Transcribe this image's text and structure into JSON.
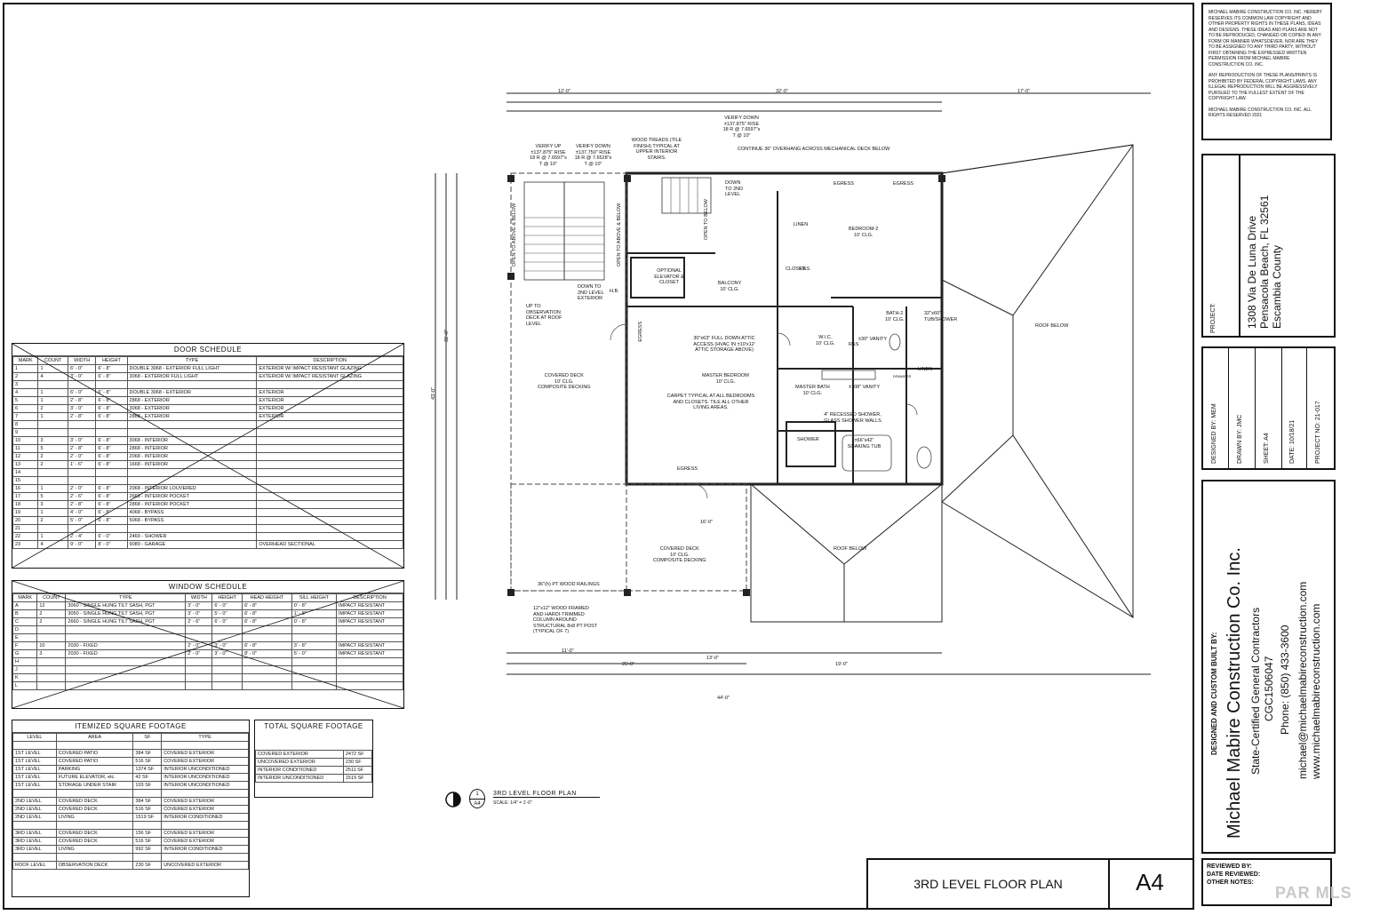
{
  "copyright_notice": "MICHAEL MABIRE CONSTRUCTION CO. INC. HEREBY RESERVES ITS COMMON LAW COPYRIGHT AND OTHER PROPERTY RIGHTS IN THESE PLANS, IDEAS AND DESIGNS. THESE IDEAS AND PLANS ARE NOT TO BE REPRODUCED, CHANGED OR COPIED IN ANY FORM OR MANNER WHATSOEVER, NOR ARE THEY TO BE ASSIGNED TO ANY THIRD PARTY, WITHOUT FIRST OBTAINING THE EXPRESSED WRITTEN PERMISSION FROM MICHAEL MABIRE CONSTRUCTION CO. INC.",
  "copyright_notice_2": "ANY REPRODUCTION OF THESE PLANS/PRINTS IS PROHIBITED BY FEDERAL COPYRIGHT LAWS. ANY ILLEGAL REPRODUCTION WILL BE AGGRESSIVELY PURSUED TO THE FULLEST EXTENT OF THE COPYRIGHT LAW.",
  "copyright_notice_3": "MICHAEL MABIRE CONSTRUCTION CO. INC. ALL RIGHTS RESERVED 2021",
  "project": {
    "label": "PROJECT:",
    "line1": "1308 Via De Luna Drive",
    "line2": "Pensacola Beach, FL 32561",
    "line3": "Escambia County"
  },
  "info": {
    "designed_by": "DESIGNED BY:  MEM",
    "drawn_by": "DRAWN BY:  JMC",
    "sheet": "SHEET:  A4",
    "date": "DATE:  10/18/21",
    "project_no": "PROJECT NO:  21-017"
  },
  "builder": {
    "header": "DESIGNED AND CUSTOM BUILT BY:",
    "name": "Michael Mabire Construction Co. Inc.",
    "tagline": "State-Certified General Contractors",
    "license": "CGC1506047",
    "phone": "Phone:  (850) 433-3600",
    "email": "michael@michaelmabireconstruction.com",
    "web": "www.michaelmabireconstruction.com"
  },
  "review": {
    "reviewed_by": "REVIEWED BY:",
    "date_reviewed": "DATE REVIEWED:",
    "other_notes": "OTHER NOTES:"
  },
  "sheet_title": "3RD LEVEL FLOOR PLAN",
  "sheet_number": "A4",
  "plan_caption": {
    "number": "1",
    "sheet": "A4",
    "title": "3RD LEVEL FLOOR PLAN",
    "scale": "SCALE:  1/4\" = 1'-0\""
  },
  "door_schedule": {
    "title": "DOOR SCHEDULE",
    "headers": [
      "MARK",
      "COUNT",
      "WIDTH",
      "HEIGHT",
      "TYPE",
      "DESCRIPTION"
    ],
    "rows": [
      [
        "1",
        "1",
        "6' - 0\"",
        "6' - 8\"",
        "DOUBLE 3068 - EXTERIOR FULL LIGHT",
        "EXTERIOR W/ IMPACT RESISTANT GLAZING"
      ],
      [
        "2",
        "4",
        "3' - 0\"",
        "6' - 8\"",
        "3068 - EXTERIOR FULL LIGHT",
        "EXTERIOR W/ IMPACT RESISTANT GLAZING"
      ],
      [
        "3",
        "",
        "",
        "",
        "",
        ""
      ],
      [
        "4",
        "1",
        "6' - 0\"",
        "6' - 8\"",
        "DOUBLE 3068 - EXTERIOR",
        "EXTERIOR"
      ],
      [
        "5",
        "1",
        "2' - 8\"",
        "6' - 8\"",
        "2868 - EXTERIOR",
        "EXTERIOR"
      ],
      [
        "6",
        "2",
        "3' - 0\"",
        "6' - 8\"",
        "3068 - EXTERIOR",
        "EXTERIOR"
      ],
      [
        "7",
        "1",
        "2' - 8\"",
        "6' - 8\"",
        "2868 - EXTERIOR",
        "EXTERIOR"
      ],
      [
        "8",
        "",
        "",
        "",
        "",
        ""
      ],
      [
        "9",
        "",
        "",
        "",
        "",
        ""
      ],
      [
        "10",
        "3",
        "3' - 0\"",
        "6' - 8\"",
        "3068 - INTERIOR",
        ""
      ],
      [
        "11",
        "5",
        "2' - 8\"",
        "6' - 8\"",
        "2868 - INTERIOR",
        ""
      ],
      [
        "12",
        "2",
        "2' - 0\"",
        "6' - 8\"",
        "2068 - INTERIOR",
        ""
      ],
      [
        "13",
        "2",
        "1' - 6\"",
        "6' - 8\"",
        "1668 - INTERIOR",
        ""
      ],
      [
        "14",
        "",
        "",
        "",
        "",
        ""
      ],
      [
        "15",
        "",
        "",
        "",
        "",
        ""
      ],
      [
        "16",
        "1",
        "2' - 0\"",
        "6' - 8\"",
        "2068 - INTERIOR LOUVERED",
        ""
      ],
      [
        "17",
        "5",
        "2' - 6\"",
        "6' - 8\"",
        "2668 - INTERIOR POCKET",
        ""
      ],
      [
        "18",
        "3",
        "2' - 8\"",
        "6' - 8\"",
        "2868 - INTERIOR POCKET",
        ""
      ],
      [
        "19",
        "1",
        "4' - 0\"",
        "6' - 8\"",
        "4068 - BYPASS",
        ""
      ],
      [
        "20",
        "2",
        "5' - 0\"",
        "6' - 8\"",
        "5068 - BYPASS",
        ""
      ],
      [
        "21",
        "",
        "",
        "",
        "",
        ""
      ],
      [
        "22",
        "1",
        "2' - 4\"",
        "6' - 0\"",
        "2460 - SHOWER",
        ""
      ],
      [
        "23",
        "4",
        "9' - 0\"",
        "8' - 0\"",
        "9080 - GARAGE",
        "OVERHEAD SECTIONAL"
      ]
    ]
  },
  "window_schedule": {
    "title": "WINDOW SCHEDULE",
    "headers": [
      "MARK",
      "COUNT",
      "TYPE",
      "WIDTH",
      "HEIGHT",
      "HEAD HEIGHT",
      "SILL HEIGHT",
      "DESCRIPTION"
    ],
    "rows": [
      [
        "A",
        "12",
        "3060 - SINGLE HUNG TILT SASH, PGT",
        "3' - 0\"",
        "6' - 0\"",
        "6' - 8\"",
        "0' - 8\"",
        "IMPACT RESISTANT"
      ],
      [
        "B",
        "2",
        "3050 - SINGLE HUNG TILT SASH, PGT",
        "3' - 0\"",
        "5' - 0\"",
        "6' - 8\"",
        "1' - 8\"",
        "IMPACT RESISTANT"
      ],
      [
        "C",
        "2",
        "2660 - SINGLE HUNG TILT SASH, PGT",
        "2' - 6\"",
        "6' - 0\"",
        "6' - 8\"",
        "0' - 8\"",
        "IMPACT RESISTANT"
      ],
      [
        "D",
        "",
        "",
        "",
        "",
        "",
        "",
        ""
      ],
      [
        "E",
        "",
        "",
        "",
        "",
        "",
        "",
        ""
      ],
      [
        "F",
        "10",
        "2030 - FIXED",
        "2' - 0\"",
        "3' - 0\"",
        "6' - 8\"",
        "3' - 8\"",
        "IMPACT RESISTANT"
      ],
      [
        "G",
        "3",
        "2030 - FIXED",
        "2' - 0\"",
        "3' - 0\"",
        "8' - 0\"",
        "5' - 0\"",
        "IMPACT RESISTANT"
      ],
      [
        "H",
        "",
        "",
        "",
        "",
        "",
        "",
        ""
      ],
      [
        "J",
        "",
        "",
        "",
        "",
        "",
        "",
        ""
      ],
      [
        "K",
        "",
        "",
        "",
        "",
        "",
        "",
        ""
      ],
      [
        "L",
        "",
        "",
        "",
        "",
        "",
        "",
        ""
      ]
    ]
  },
  "itemized_sf": {
    "title": "ITEMIZED SQUARE FOOTAGE",
    "headers": [
      "LEVEL",
      "AREA",
      "SF",
      "TYPE"
    ],
    "rows": [
      [
        "",
        "",
        "",
        ""
      ],
      [
        "1ST LEVEL",
        "COVERED PATIO",
        "384 SF",
        "COVERED EXTERIOR"
      ],
      [
        "1ST LEVEL",
        "COVERED PATIO",
        "516 SF",
        "COVERED EXTERIOR"
      ],
      [
        "1ST LEVEL",
        "PARKING",
        "1374 SF",
        "INTERIOR UNCONDITIONED"
      ],
      [
        "1ST LEVEL",
        "FUTURE ELEVATOR, etc.",
        "42 SF",
        "INTERIOR UNCONDITIONED"
      ],
      [
        "1ST LEVEL",
        "STORAGE UNDER STAIR",
        "103 SF",
        "INTERIOR UNCONDITIONED"
      ],
      [
        "",
        "",
        "",
        ""
      ],
      [
        "2ND LEVEL",
        "COVERED DECK",
        "384 SF",
        "COVERED EXTERIOR"
      ],
      [
        "2ND LEVEL",
        "COVERED DECK",
        "516 SF",
        "COVERED EXTERIOR"
      ],
      [
        "2ND LEVEL",
        "LIVING",
        "1519 SF",
        "INTERIOR CONDITIONED"
      ],
      [
        "",
        "",
        "",
        ""
      ],
      [
        "3RD LEVEL",
        "COVERED DECK",
        "156 SF",
        "COVERED EXTERIOR"
      ],
      [
        "3RD LEVEL",
        "COVERED DECK",
        "516 SF",
        "COVERED EXTERIOR"
      ],
      [
        "3RD LEVEL",
        "LIVING",
        "992 SF",
        "INTERIOR CONDITIONED"
      ],
      [
        "",
        "",
        "",
        ""
      ],
      [
        "ROOF LEVEL",
        "OBSERVATION DECK",
        "230 SF",
        "UNCOVERED EXTERIOR"
      ]
    ]
  },
  "total_sf": {
    "title": "TOTAL SQUARE FOOTAGE",
    "rows": [
      [
        "COVERED EXTERIOR",
        "2472 SF"
      ],
      [
        "UNCOVERED EXTERIOR",
        "230 SF"
      ],
      [
        "INTERIOR CONDITIONED",
        "2511 SF"
      ],
      [
        "INTERIOR UNCONDITIONED",
        "1519 SF"
      ]
    ]
  },
  "plan_labels": {
    "covered_deck_1": "COVERED DECK",
    "covered_deck_1_sub": "10' CLG.",
    "covered_deck_1_sub2": "COMPOSITE DECKING",
    "covered_deck_2": "COVERED DECK",
    "covered_deck_2_sub": "10' CLG.",
    "covered_deck_2_sub2": "COMPOSITE DECKING",
    "master_bedroom": "MASTER BEDROOM",
    "master_bedroom_sub": "10' CLG.",
    "carpet_note": "CARPET TYPICAL AT ALL BEDROOMS AND CLOSETS. TILE ALL OTHER LIVING AREAS.",
    "bedroom2": "BEDROOM-2",
    "bedroom2_sub": "10' CLG.",
    "balcony": "BALCONY",
    "balcony_sub": "10' CLG.",
    "elevator": "OPTIONAL ELEVATOR & CLOSET",
    "wic": "W.I.C.",
    "wic_sub": "10' CLG.",
    "master_bath": "MASTER BATH",
    "master_bath_sub": "10' CLG.",
    "bath2": "BATH-2",
    "bath2_sub": "10' CLG.",
    "shower": "SHOWER",
    "soaking_tub": "±66\"x42\" SOAKING TUB",
    "recessed_shower": "4\" RECESSED SHOWER, GLASS SHOWER WALLS",
    "vanity_30": "±30\" VANITY",
    "vanity_108": "±108\" VANITY",
    "tub_shower": "32\"x60\" TUB/SHOWER",
    "linen1": "LINEN",
    "linen2": "LINEN",
    "closet": "CLOSET",
    "attic": "30\"x63\" FULL DOWN ATTIC ACCESS (HVAC IN ±10'x12' ATTIC STORAGE ABOVE)",
    "roof_below_1": "ROOF BELOW",
    "roof_below_2": "ROOF BELOW",
    "egress_1": "EGRESS",
    "egress_2": "EGRESS",
    "egress_3": "EGRESS",
    "egress_4": "EGRESS",
    "continue_overhang": "CONTINUE 36\" OVERHANG ACROSS MECHANICAL DECK BELOW",
    "wood_treads": "WOOD TREADS (TILE FINISH) TYPICAL AT UPPER INTERIOR STAIRS.",
    "verify_up": "VERIFY UP ±137.875\" RISE 18 R @ 7.6597\"s T @ 10\"",
    "verify_down_1": "VERIFY DOWN ±137.750\" RISE 18 R @ 7.6528\"s T @ 10\"",
    "verify_down_2": "VERIFY DOWN ±137.875\" RISE 18 R @ 7.6597\"s T @ 10\"",
    "down_2nd": "DOWN TO 2ND LEVEL",
    "down_2nd_ext": "DOWN TO 2ND LEVEL EXTERIOR",
    "up_observation": "UP TO OBSERVATION DECK AT ROOF LEVEL",
    "open_below_1": "OPEN TO ABOVE & BELOW",
    "open_below_2": "OPEN TO ABOVE & BELOW",
    "open_below_3": "OPEN TO BELOW",
    "pt_railings": "36\"(h) PT WOOD RAILINGS",
    "column_note": "12\"x12\" WOOD FRAMED AND HARDI-TRIMMED COLUMN AROUND STRUCTURAL 8x8 PT POST (TYPICAL OF 7)",
    "hb": "H.B.",
    "rs1": "R&S",
    "rs2": "R&S",
    "drawers": "DRAWERS",
    "dim_total_h": "44'-0\"",
    "dim_25": "25'-0\"",
    "dim_19": "19'-0\"",
    "dim_32": "32'-0\"",
    "dim_17": "17'-0\"",
    "dim_12": "12'-0\"",
    "dim_43_v": "43'-0\"",
    "dim_31_v": "31'-0\"",
    "dim_16": "16'-0\"",
    "dim_11": "11'-0\"",
    "dim_13": "13'-0\""
  },
  "watermark": "PAR MLS"
}
